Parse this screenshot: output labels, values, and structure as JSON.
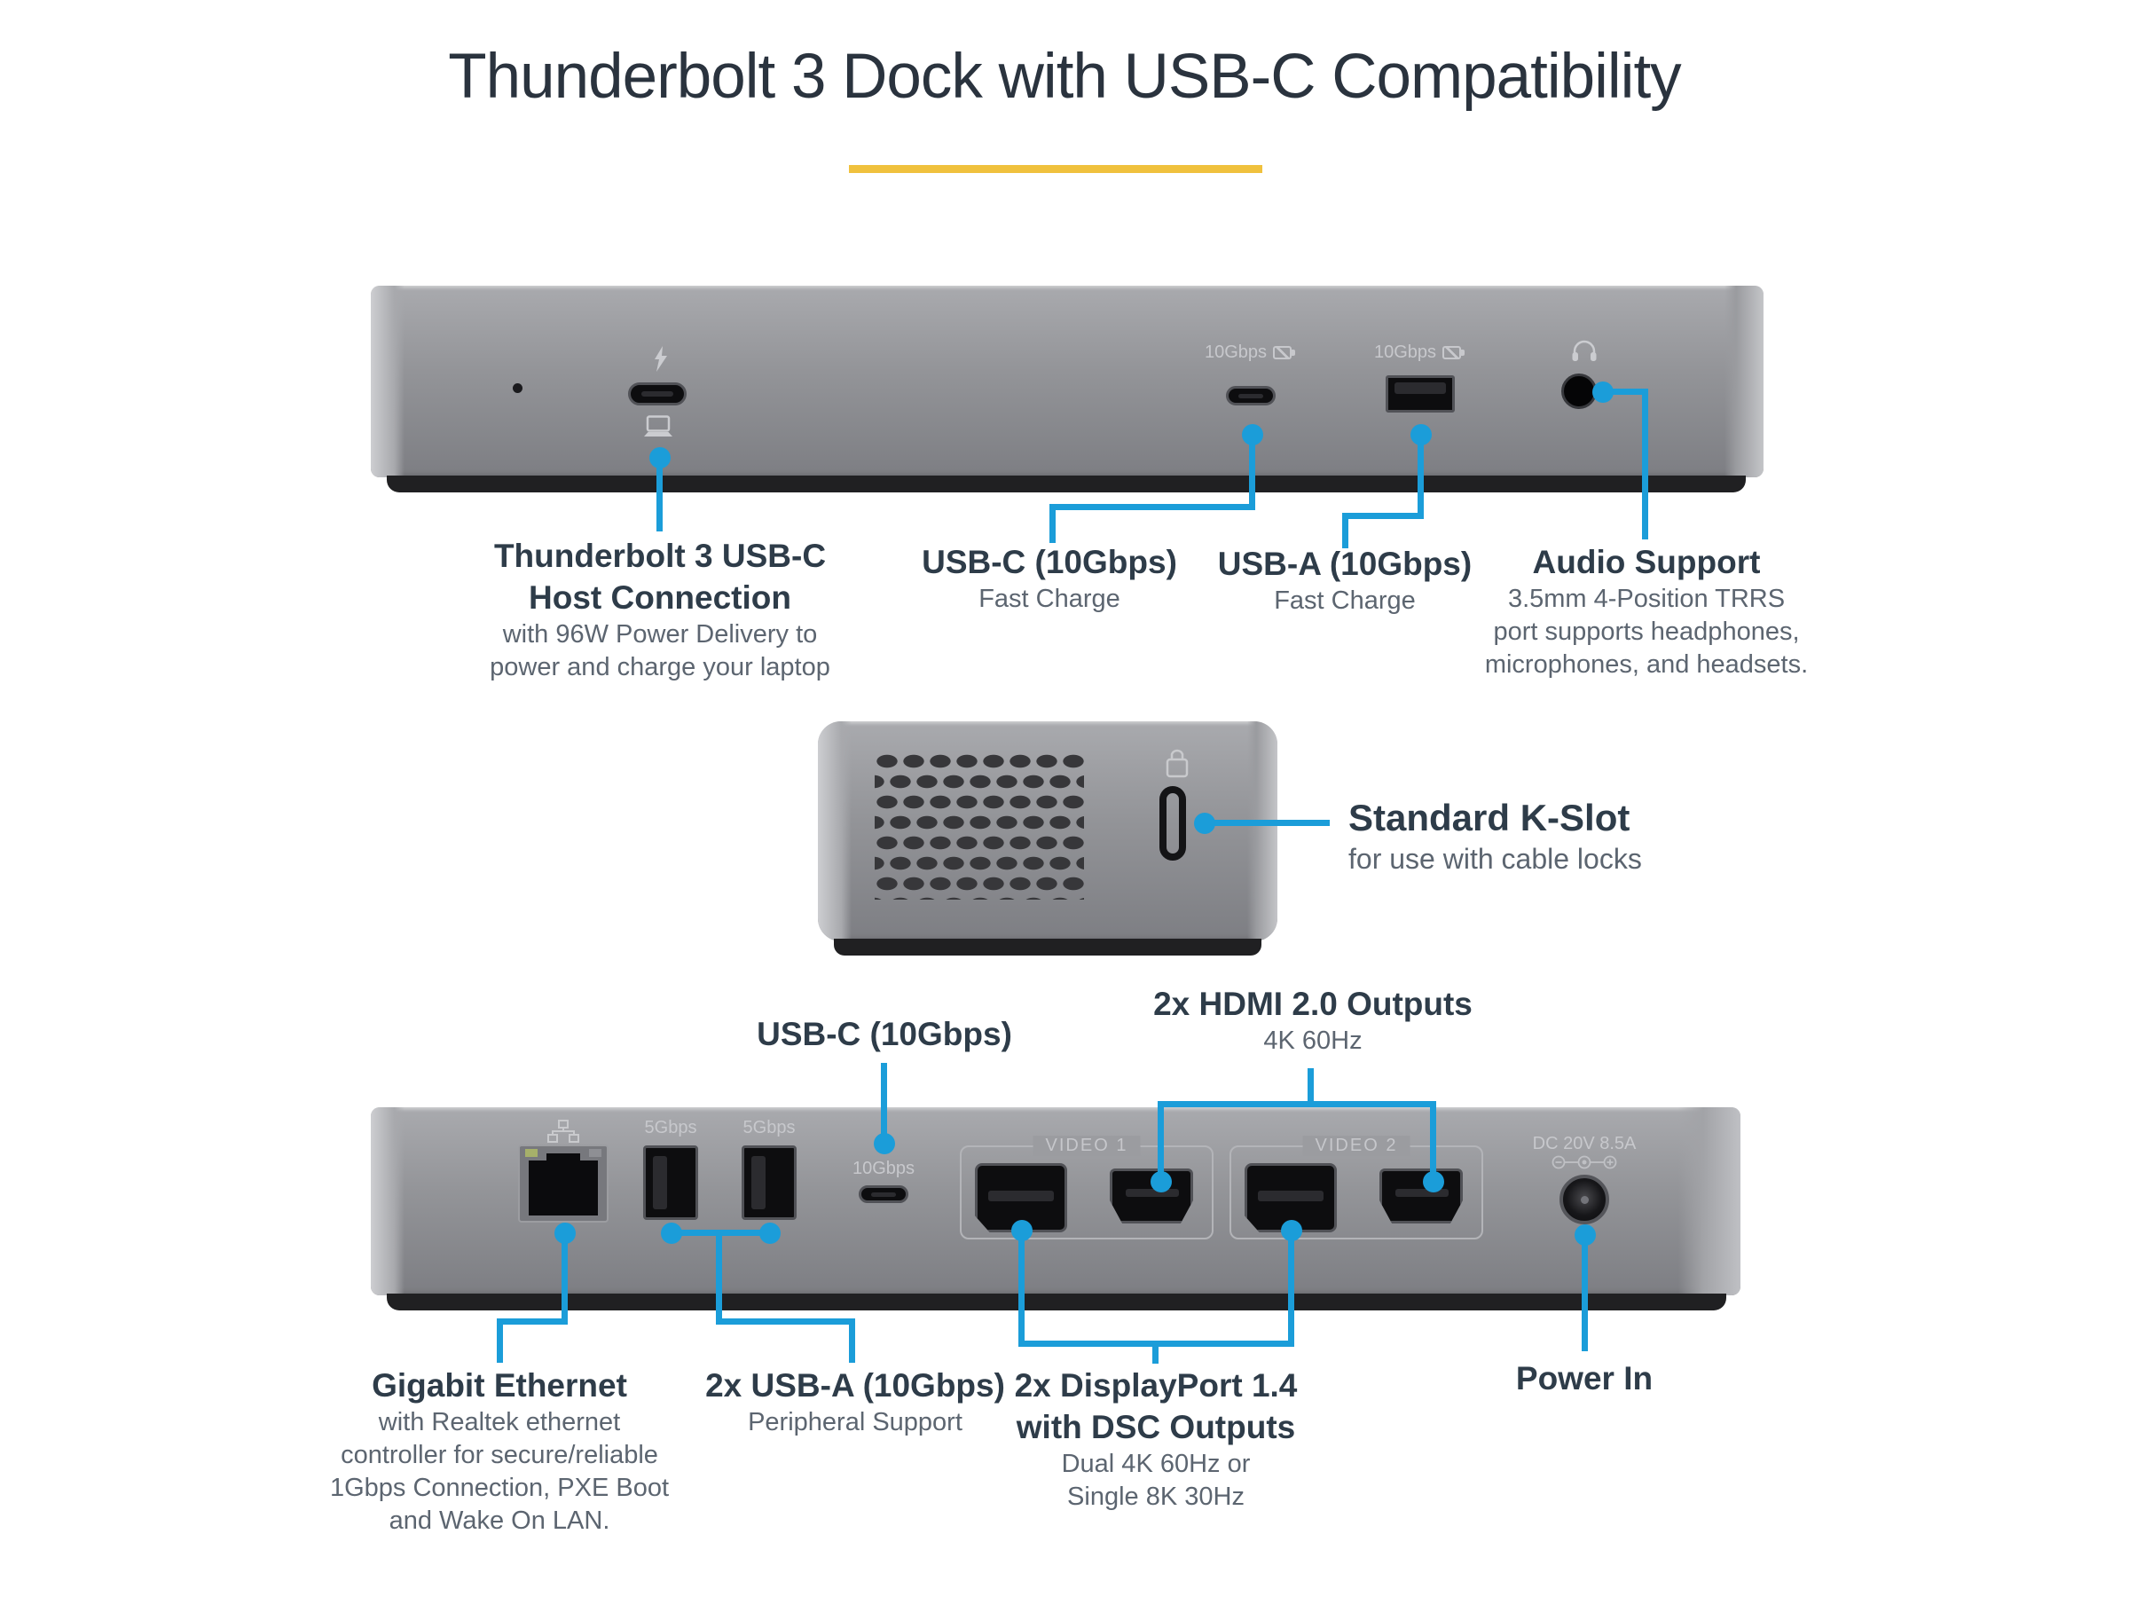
{
  "title": "Thunderbolt 3 Dock with USB-C Compatibility",
  "colors": {
    "accent_blue": "#1b9dd9",
    "underline_yellow": "#f0c13d"
  },
  "front_view": {
    "usbc_port_label": "10Gbps",
    "usba_port_label": "10Gbps",
    "callouts": {
      "thunderbolt": {
        "title1": "Thunderbolt 3 USB-C",
        "title2": "Host Connection",
        "sub1": "with 96W Power Delivery to",
        "sub2": "power and charge your laptop"
      },
      "usbc": {
        "title": "USB-C (10Gbps)",
        "sub": "Fast Charge"
      },
      "usba": {
        "title": "USB-A (10Gbps)",
        "sub": "Fast Charge"
      },
      "audio": {
        "title": "Audio Support",
        "sub1": "3.5mm 4-Position TRRS",
        "sub2": "port supports headphones,",
        "sub3": "microphones, and headsets."
      }
    }
  },
  "side_view": {
    "callout": {
      "title": "Standard K-Slot",
      "sub": "for use with cable locks"
    }
  },
  "rear_view": {
    "usba1_port_label": "5Gbps",
    "usba2_port_label": "5Gbps",
    "usbc_port_label": "10Gbps",
    "video1_label": "VIDEO 1",
    "video2_label": "VIDEO 2",
    "power_port_label": "DC 20V 8.5A",
    "callouts": {
      "usbc": {
        "title": "USB-C (10Gbps)"
      },
      "hdmi": {
        "title": "2x HDMI 2.0 Outputs",
        "sub": "4K 60Hz"
      },
      "ethernet": {
        "title": "Gigabit Ethernet",
        "sub1": "with Realtek ethernet",
        "sub2": "controller for secure/reliable",
        "sub3": "1Gbps Connection, PXE Boot",
        "sub4": "and Wake On LAN."
      },
      "usba": {
        "title": "2x USB-A (10Gbps)",
        "sub": "Peripheral Support"
      },
      "displayport": {
        "title1": "2x DisplayPort 1.4",
        "title2": "with DSC Outputs",
        "sub1": "Dual 4K 60Hz or",
        "sub2": "Single 8K 30Hz"
      },
      "power": {
        "title": "Power In"
      }
    }
  }
}
